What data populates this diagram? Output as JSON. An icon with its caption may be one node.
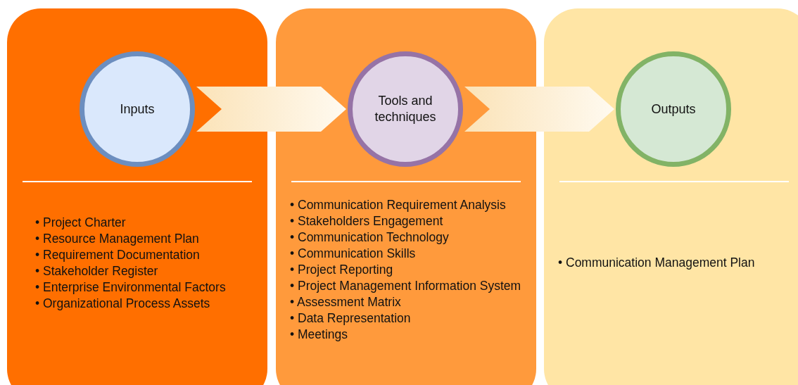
{
  "diagram": {
    "nodes": [
      {
        "text": [
          "• Project Charter",
          "• Resource Management Plan",
          "• Requirement Documentation",
          "• Stakeholder Register",
          "• Enterprise Environmental Factors",
          "• Organizational Process Assets"
        ]
      },
      {
        "text": [
          "Inputs"
        ],
        "in": 0
      },
      {
        "text": [
          "• Communication Requirement Analysis",
          "• Stakeholders Engagement",
          "• Communication Technology",
          "• Communication Skills",
          "• Project Reporting",
          "• Project Management Information System",
          "• Assessment Matrix",
          "• Data Representation",
          "• Meetings"
        ]
      },
      {
        "text": [
          "Tools and techniques"
        ],
        "in": 2
      },
      {
        "text": [
          "• Communication Management Plan"
        ]
      },
      {
        "text": [
          "Outputs"
        ],
        "in": 4
      }
    ],
    "edges": [
      {
        "from": 1,
        "to": 3,
        "arrow": "to"
      },
      {
        "from": 3,
        "to": 5,
        "arrow": "to"
      }
    ]
  }
}
